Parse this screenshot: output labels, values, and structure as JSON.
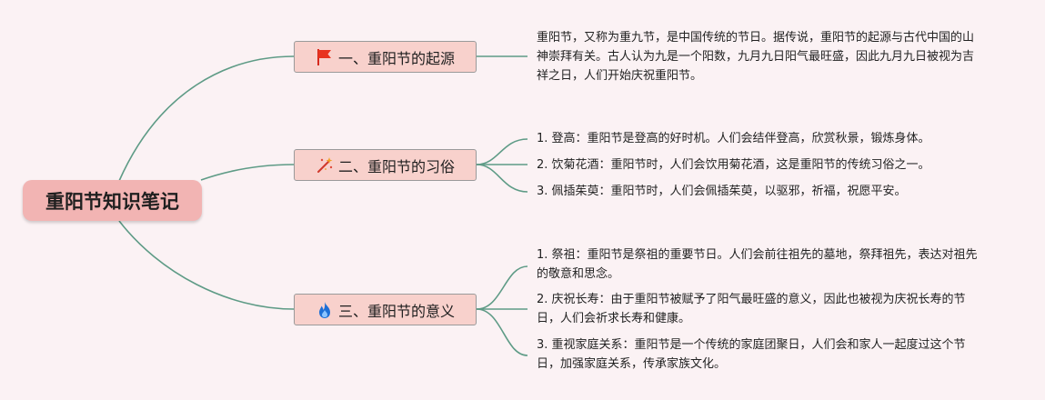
{
  "root": {
    "title": "重阳节知识笔记"
  },
  "branches": [
    {
      "icon": "red-flag-icon",
      "label": "一、重阳节的起源",
      "items": [
        "重阳节，又称为重九节，是中国传统的节日。据传说，重阳节的起源与古代中国的山神崇拜有关。古人认为九是一个阳数，九月九日阳气最旺盛，因此九月九日被视为吉祥之日，人们开始庆祝重阳节。"
      ]
    },
    {
      "icon": "sparkle-wand-icon",
      "label": "二、重阳节的习俗",
      "items": [
        "1. 登高：重阳节是登高的好时机。人们会结伴登高，欣赏秋景，锻炼身体。",
        "2. 饮菊花酒：重阳节时，人们会饮用菊花酒，这是重阳节的传统习俗之一。",
        "3. 佩插茱萸：重阳节时，人们会佩插茱萸，以驱邪，祈福，祝愿平安。"
      ]
    },
    {
      "icon": "fire-icon",
      "label": "三、重阳节的意义",
      "items": [
        "1. 祭祖：重阳节是祭祖的重要节日。人们会前往祖先的墓地，祭拜祖先，表达对祖先的敬意和思念。",
        "2. 庆祝长寿：由于重阳节被赋予了阳气最旺盛的意义，因此也被视为庆祝长寿的节日，人们会祈求长寿和健康。",
        "3. 重视家庭关系：重阳节是一个传统的家庭团聚日，人们会和家人一起度过这个节日，加强家庭关系，传承家族文化。"
      ]
    }
  ],
  "colors": {
    "background": "#fbf2f4",
    "root_fill": "#f2b4b3",
    "branch_fill": "#f8d1cc",
    "connector": "#5e9b86"
  }
}
